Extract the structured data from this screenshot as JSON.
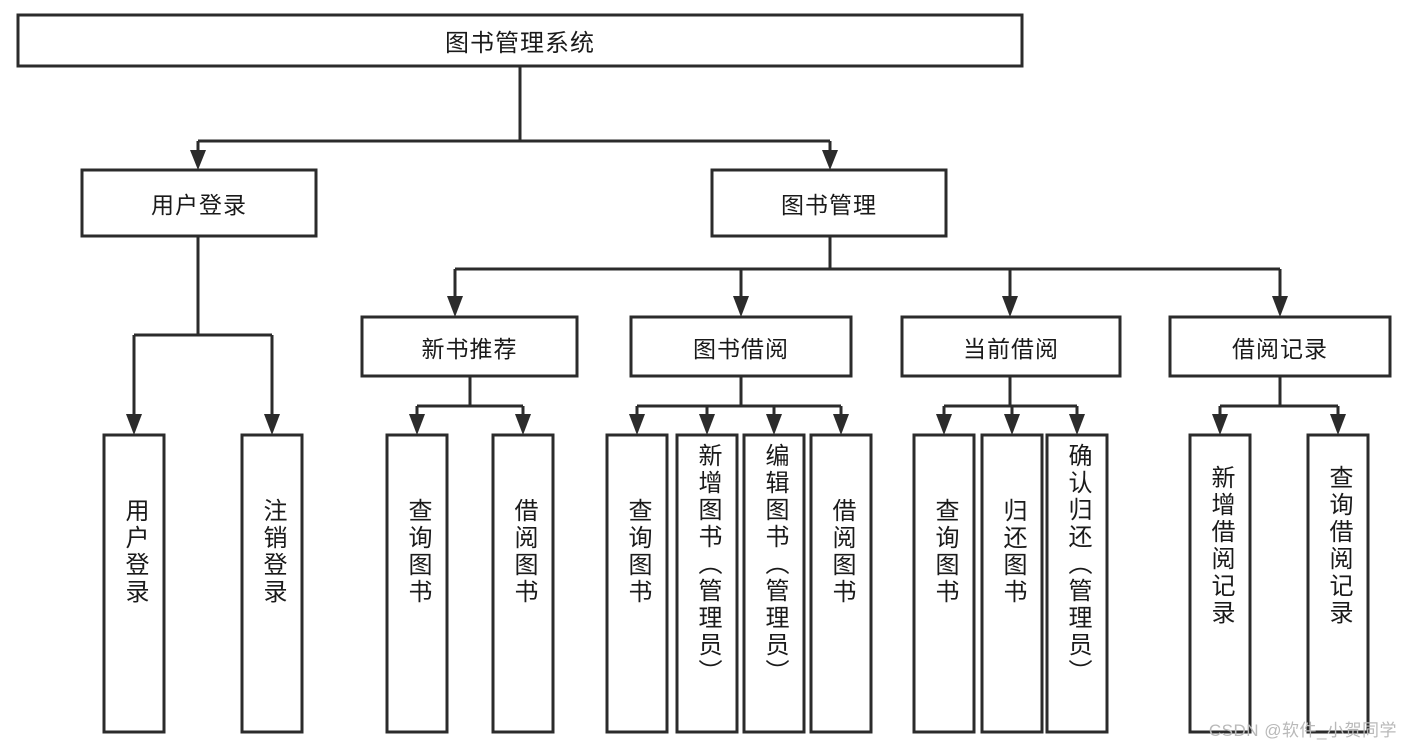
{
  "diagram": {
    "type": "tree-hierarchy",
    "title": "图书管理系统",
    "root": {
      "id": "root",
      "label": "图书管理系统",
      "orientation": "horizontal"
    },
    "level2": [
      {
        "id": "user-login",
        "label": "用户登录",
        "orientation": "horizontal"
      },
      {
        "id": "book-manage",
        "label": "图书管理",
        "orientation": "horizontal"
      }
    ],
    "level3": [
      {
        "id": "new-book-recommend",
        "label": "新书推荐",
        "orientation": "horizontal",
        "parent": "book-manage"
      },
      {
        "id": "book-borrow",
        "label": "图书借阅",
        "orientation": "horizontal",
        "parent": "book-manage"
      },
      {
        "id": "current-borrow",
        "label": "当前借阅",
        "orientation": "horizontal",
        "parent": "book-manage"
      },
      {
        "id": "borrow-record",
        "label": "借阅记录",
        "orientation": "horizontal",
        "parent": "book-manage"
      }
    ],
    "leaves": [
      {
        "id": "leaf-user-login",
        "label": "用户登录",
        "parent": "user-login"
      },
      {
        "id": "leaf-logout-login",
        "label": "注销登录",
        "parent": "user-login"
      },
      {
        "id": "leaf-query-book-1",
        "label": "查询图书",
        "parent": "new-book-recommend"
      },
      {
        "id": "leaf-borrow-book-1",
        "label": "借阅图书",
        "parent": "new-book-recommend"
      },
      {
        "id": "leaf-query-book-2",
        "label": "查询图书",
        "parent": "book-borrow"
      },
      {
        "id": "leaf-add-book",
        "label": "新增图书（管理员）",
        "parent": "book-borrow"
      },
      {
        "id": "leaf-edit-book",
        "label": "编辑图书（管理员）",
        "parent": "book-borrow"
      },
      {
        "id": "leaf-borrow-book-2",
        "label": "借阅图书",
        "parent": "book-borrow"
      },
      {
        "id": "leaf-query-book-3",
        "label": "查询图书",
        "parent": "current-borrow"
      },
      {
        "id": "leaf-return-book",
        "label": "归还图书",
        "parent": "current-borrow"
      },
      {
        "id": "leaf-confirm-return",
        "label": "确认归还（管理员）",
        "parent": "current-borrow"
      },
      {
        "id": "leaf-add-record",
        "label": "新增借阅记录",
        "parent": "borrow-record"
      },
      {
        "id": "leaf-query-record",
        "label": "查询借阅记录",
        "parent": "borrow-record"
      }
    ],
    "colors": {
      "stroke": "#2b2b2b",
      "fill": "#ffffff",
      "text": "#1a1a1a",
      "watermark": "#b9b9b9",
      "background": "#ffffff"
    }
  },
  "watermark": {
    "text": "CSDN @软件_小贺同学"
  }
}
